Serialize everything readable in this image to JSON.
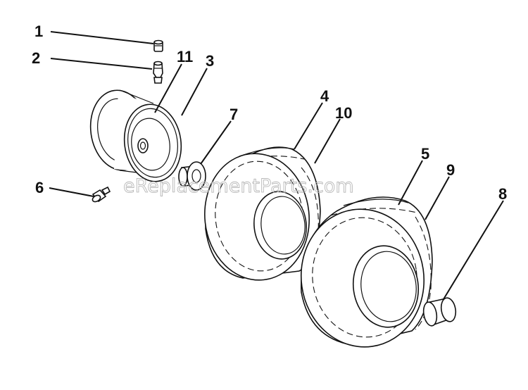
{
  "callouts": {
    "c1": "1",
    "c2": "2",
    "c3": "3",
    "c4": "4",
    "c5": "5",
    "c6": "6",
    "c7": "7",
    "c8": "8",
    "c9": "9",
    "c10": "10",
    "c11": "11"
  },
  "watermark": "eReplacementParts.com",
  "colors": {
    "line": "#111111",
    "background": "#ffffff",
    "watermark": "#b8b8b8"
  }
}
